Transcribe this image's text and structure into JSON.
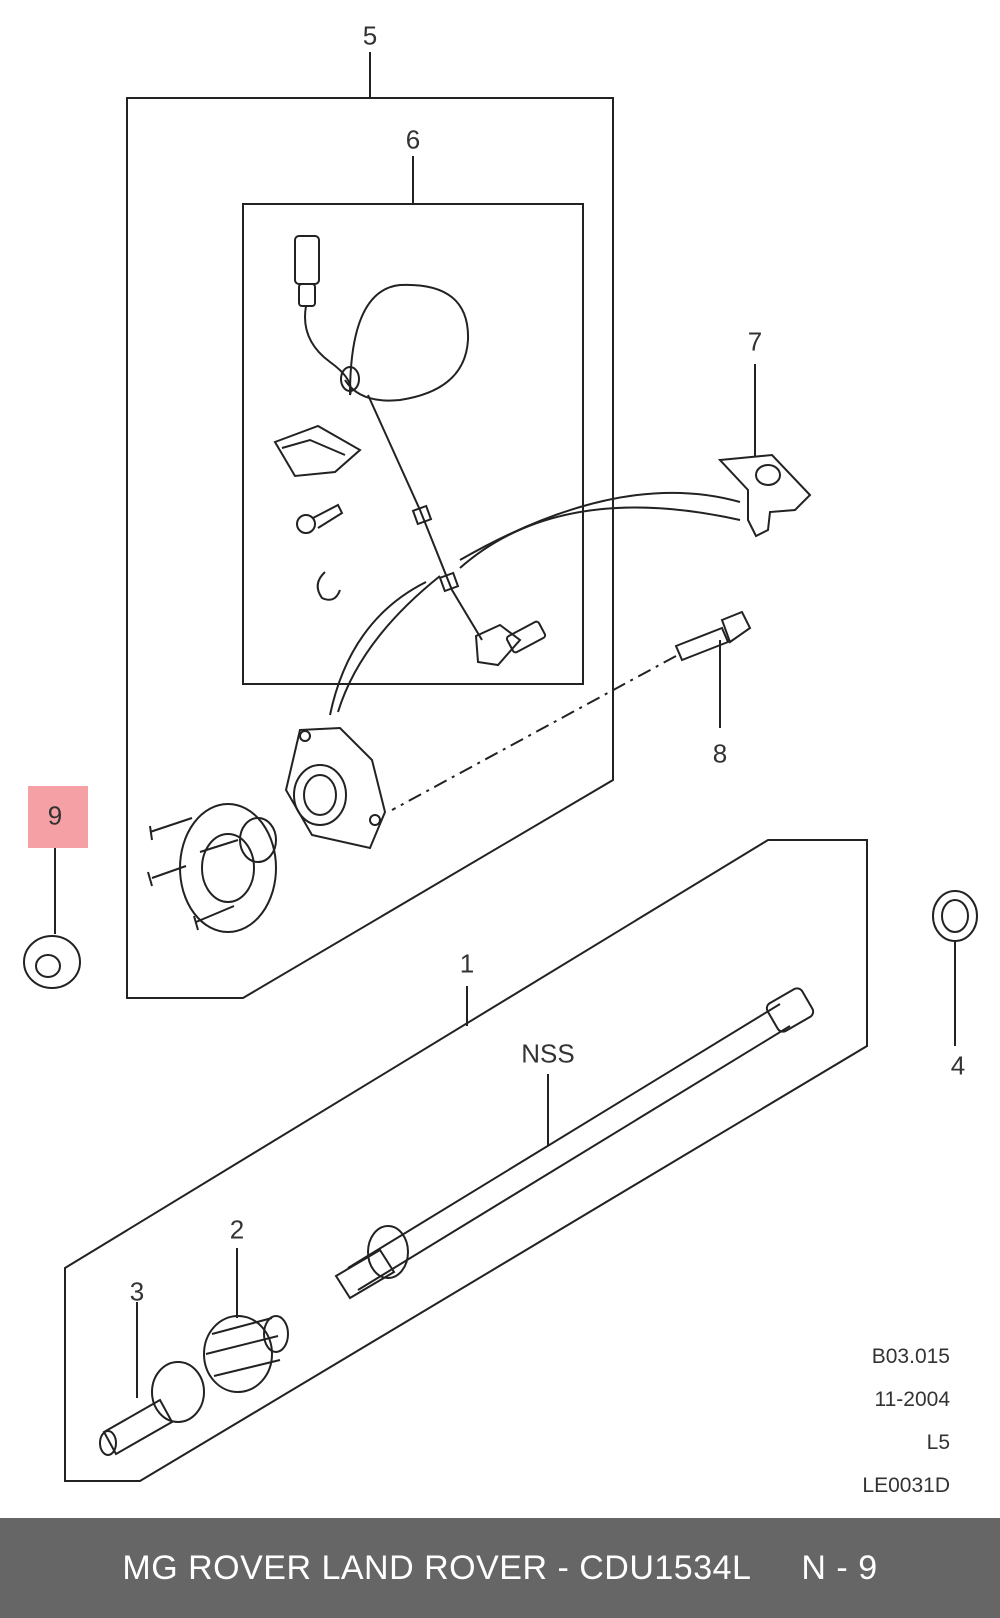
{
  "callouts": {
    "c1": "1",
    "c2": "2",
    "c3": "3",
    "c4": "4",
    "c5": "5",
    "c6": "6",
    "c7": "7",
    "c8": "8",
    "c9": "9",
    "nss": "NSS"
  },
  "meta": {
    "code": "B03.015",
    "date": "11-2004",
    "level": "L5",
    "ref": "LE0031D"
  },
  "footer": {
    "title": "MG ROVER LAND ROVER - CDU1534L",
    "page": "N - 9"
  },
  "highlight_color": "#f4a0a4"
}
